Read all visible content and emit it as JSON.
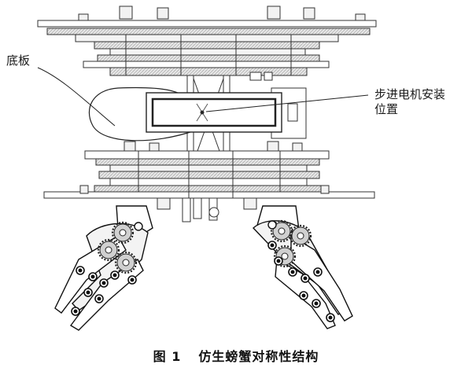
{
  "labels": {
    "base_plate": "底板",
    "motor_mount_line1": "步进电机安装",
    "motor_mount_line2": "位置"
  },
  "caption": {
    "figure_number": "图 1",
    "title": "仿生螃蟹对称性结构"
  },
  "colors": {
    "ink": "#1a1a1a",
    "line": "#333333",
    "fill_light": "#e4e4e4",
    "fill_mid": "#c8c8c8"
  }
}
